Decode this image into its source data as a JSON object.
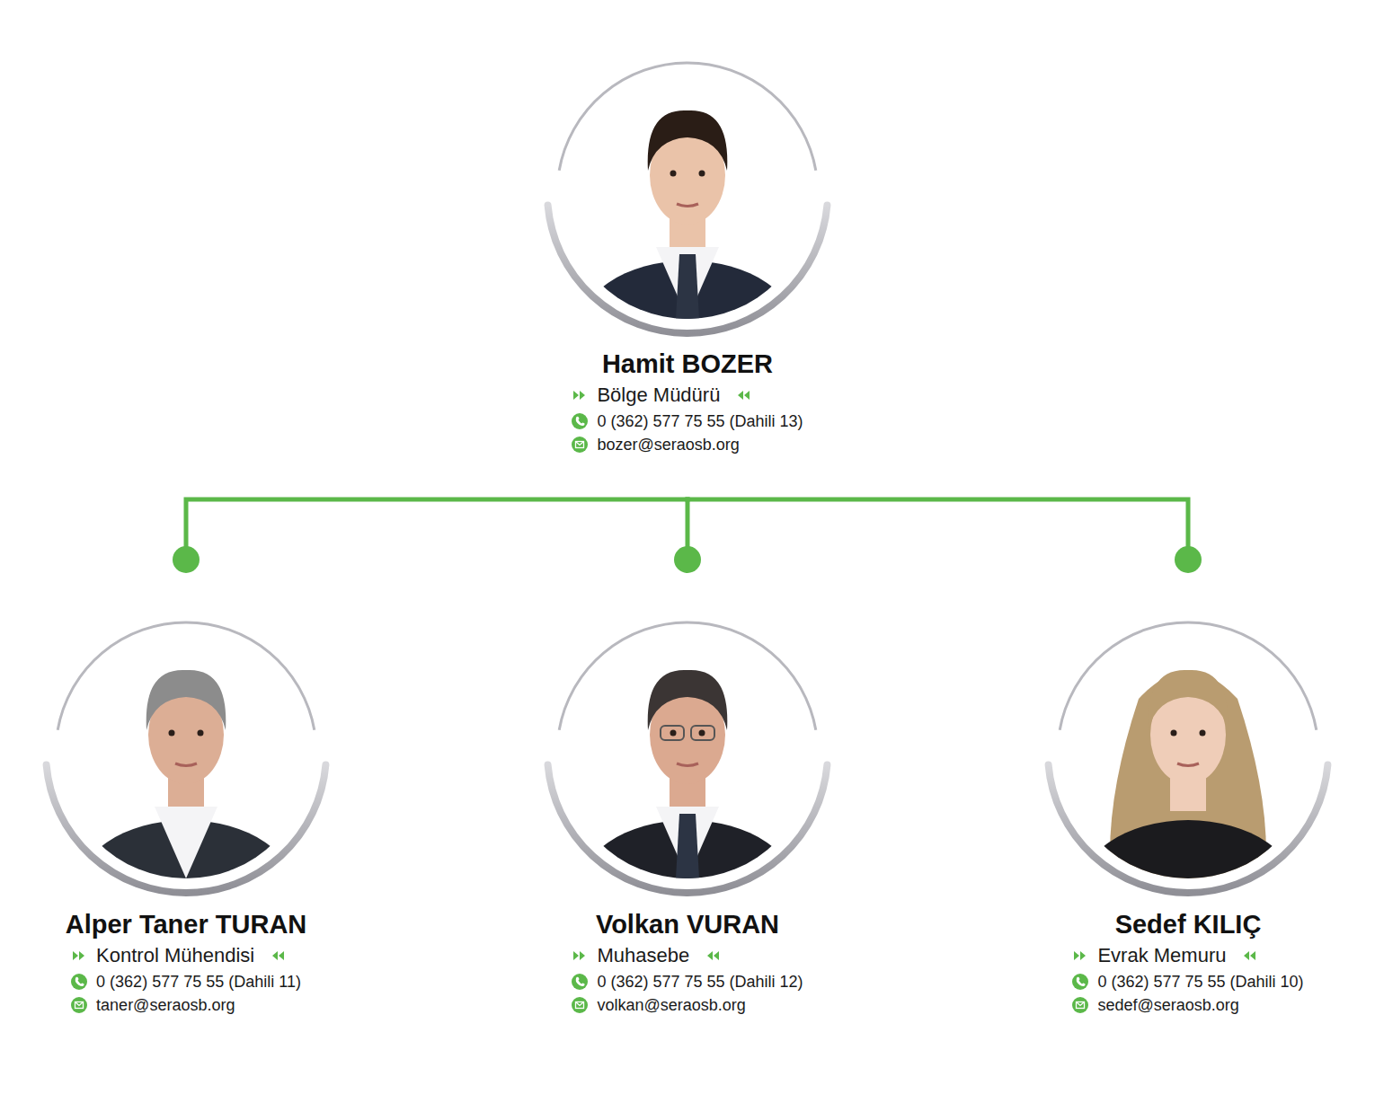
{
  "diagram": {
    "nodes": [
      {
        "text": [
          "Hamit BOZER",
          "Bölge Müdürü",
          "0 (362) 577 75 55 (Dahili 13)",
          "bozer@seraosb.org"
        ]
      },
      {
        "text": [
          "Alper Taner TURAN",
          "Kontrol Mühendisi",
          "0 (362) 577 75 55 (Dahili 11)",
          "taner@seraosb.org"
        ]
      },
      {
        "text": [
          "Volkan VURAN",
          "Muhasebe",
          "0 (362) 577 75 55 (Dahili 12)",
          "volkan@seraosb.org"
        ]
      },
      {
        "text": [
          "Sedef KILIÇ",
          "Evrak Memuru",
          "0 (362) 577 75 55 (Dahili 10)",
          "sedef@seraosb.org"
        ]
      }
    ],
    "edges": [
      {
        "from": 0,
        "to": 1,
        "arrow": "none"
      },
      {
        "from": 0,
        "to": 2,
        "arrow": "none"
      },
      {
        "from": 0,
        "to": 3,
        "arrow": "none"
      }
    ]
  }
}
